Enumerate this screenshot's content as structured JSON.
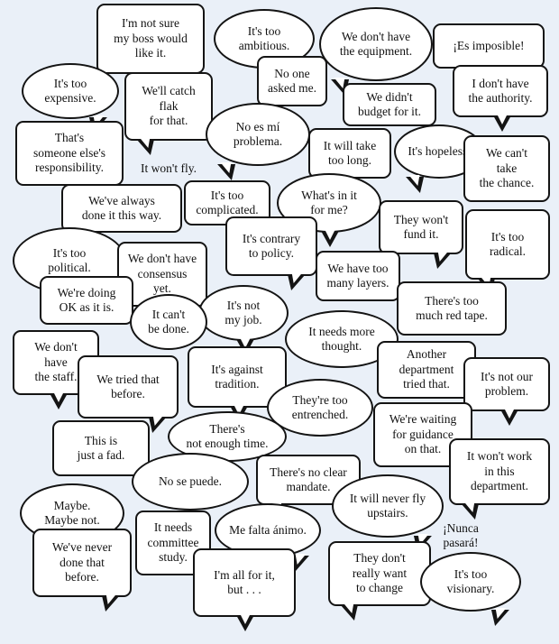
{
  "bubbles": [
    {
      "id": "im-not-sure-my-boss",
      "text": "I'm not sure\nmy boss would\nlike it."
    },
    {
      "id": "its-too-ambitious",
      "text": "It's too\nambitious."
    },
    {
      "id": "we-dont-have-the-equipment",
      "text": "We don't have\nthe equipment."
    },
    {
      "id": "es-imposible",
      "text": "¡Es imposible!"
    },
    {
      "id": "its-too-expensive",
      "text": "It's too\nexpensive."
    },
    {
      "id": "well-catch-flak",
      "text": "We'll catch\nflak\nfor that."
    },
    {
      "id": "no-one-asked-me",
      "text": "No one\nasked me."
    },
    {
      "id": "i-dont-have-the-authority",
      "text": "I don't have\nthe authority."
    },
    {
      "id": "we-didnt-budget-for-it",
      "text": "We didn't\nbudget for it."
    },
    {
      "id": "thats-someone-elses-responsibility",
      "text": "That's\nsomeone else's\nresponsibility."
    },
    {
      "id": "no-es-mi-problema",
      "text": "No es mí\nproblema."
    },
    {
      "id": "it-will-take-too-long",
      "text": "It will take\ntoo long."
    },
    {
      "id": "its-hopeless",
      "text": "It's hopeless."
    },
    {
      "id": "we-cant-take-the-chance",
      "text": "We can't\ntake\nthe chance."
    },
    {
      "id": "it-wont-fly",
      "text": "It won't fly."
    },
    {
      "id": "weve-always-done-it-this-way",
      "text": "We've always\ndone it this way."
    },
    {
      "id": "its-too-complicated",
      "text": "It's too\ncomplicated."
    },
    {
      "id": "whats-in-it-for-me",
      "text": "What's in it\nfor me?"
    },
    {
      "id": "they-wont-fund-it",
      "text": "They won't\nfund it."
    },
    {
      "id": "its-too-radical",
      "text": "It's too\nradical."
    },
    {
      "id": "its-too-political",
      "text": "It's too\npolitical."
    },
    {
      "id": "we-dont-have-consensus-yet",
      "text": "We don't have\nconsensus\nyet."
    },
    {
      "id": "its-contrary-to-policy",
      "text": "It's contrary\nto policy."
    },
    {
      "id": "we-have-too-many-layers",
      "text": "We have too\nmany layers."
    },
    {
      "id": "were-doing-ok-as-it-is",
      "text": "We're doing\nOK as it is."
    },
    {
      "id": "its-not-my-job",
      "text": "It's not\nmy job."
    },
    {
      "id": "theres-too-much-red-tape",
      "text": "There's too\nmuch red tape."
    },
    {
      "id": "it-cant-be-done",
      "text": "It can't\nbe done."
    },
    {
      "id": "it-needs-more-thought",
      "text": "It needs more\nthought."
    },
    {
      "id": "we-dont-have-the-staff",
      "text": "We don't\nhave\nthe staff."
    },
    {
      "id": "another-department-tried-that",
      "text": "Another\ndepartment\ntried that."
    },
    {
      "id": "its-not-our-problem",
      "text": "It's not our\nproblem."
    },
    {
      "id": "we-tried-that-before",
      "text": "We tried that\nbefore."
    },
    {
      "id": "its-against-tradition",
      "text": "It's against\ntradition."
    },
    {
      "id": "theyre-too-entrenched",
      "text": "They're too\nentrenched."
    },
    {
      "id": "theres-not-enough-time",
      "text": "There's\nnot enough time."
    },
    {
      "id": "were-waiting-for-guidance",
      "text": "We're waiting\nfor guidance\non that."
    },
    {
      "id": "this-is-just-a-fad",
      "text": "This is\njust a fad."
    },
    {
      "id": "it-wont-work-in-this-department",
      "text": "It won't work\nin this\ndepartment."
    },
    {
      "id": "no-se-puede",
      "text": "No se puede."
    },
    {
      "id": "theres-no-clear-mandate",
      "text": "There's no clear\nmandate."
    },
    {
      "id": "maybe-maybe-not",
      "text": "Maybe.\nMaybe not."
    },
    {
      "id": "it-will-never-fly-upstairs",
      "text": "It will never fly\nupstairs."
    },
    {
      "id": "it-needs-committee-study",
      "text": "It needs\ncommittee\nstudy."
    },
    {
      "id": "me-falta-animo",
      "text": "Me falta ánimo."
    },
    {
      "id": "nunca-pasara",
      "text": "¡Nunca\npasará!"
    },
    {
      "id": "weve-never-done-that-before",
      "text": "We've never\ndone that\nbefore."
    },
    {
      "id": "they-dont-really-want-to-change",
      "text": "They don't\nreally want\nto change"
    },
    {
      "id": "im-all-for-it-but",
      "text": "I'm all for it,\nbut . . ."
    },
    {
      "id": "its-too-visionary",
      "text": "It's too\nvisionary."
    }
  ]
}
